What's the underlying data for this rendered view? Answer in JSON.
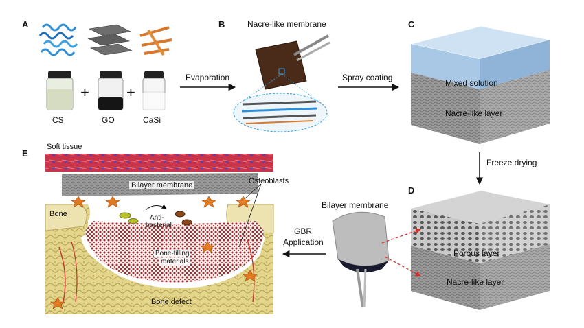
{
  "panels": {
    "a": "A",
    "b": "B",
    "c": "C",
    "d": "D",
    "e": "E"
  },
  "panel_a": {
    "vials": [
      "CS",
      "GO",
      "CaSi"
    ],
    "plus": "+"
  },
  "panel_b": {
    "title": "Nacre-like membrane"
  },
  "arrows": {
    "evaporation": "Evaporation",
    "spray_coating": "Spray coating",
    "freeze_drying": "Freeze drying",
    "gbr_line1": "GBR",
    "gbr_line2": "Application"
  },
  "panel_c": {
    "top": "Mixed solution",
    "bottom": "Nacre-like layer"
  },
  "panel_d": {
    "top": "Porous layer",
    "bottom": "Nacre-like layer"
  },
  "middle": {
    "title": "Bilayer membrane"
  },
  "panel_e": {
    "soft_tissue": "Soft tissue",
    "bilayer": "Bilayer membrane",
    "osteoblasts": "Osteoblasts",
    "bone": "Bone",
    "antibacterial_1": "Anti-",
    "antibacterial_2": "bacterial",
    "filling_1": "Bone-filling",
    "filling_2": "materials",
    "defect": "Bone defect"
  },
  "colors": {
    "soft_tissue": "#c8344a",
    "bone": "#d9c978",
    "solution": "#a9c8e6",
    "layer": "#8c8c8c",
    "arrow_red": "#d9302a"
  }
}
